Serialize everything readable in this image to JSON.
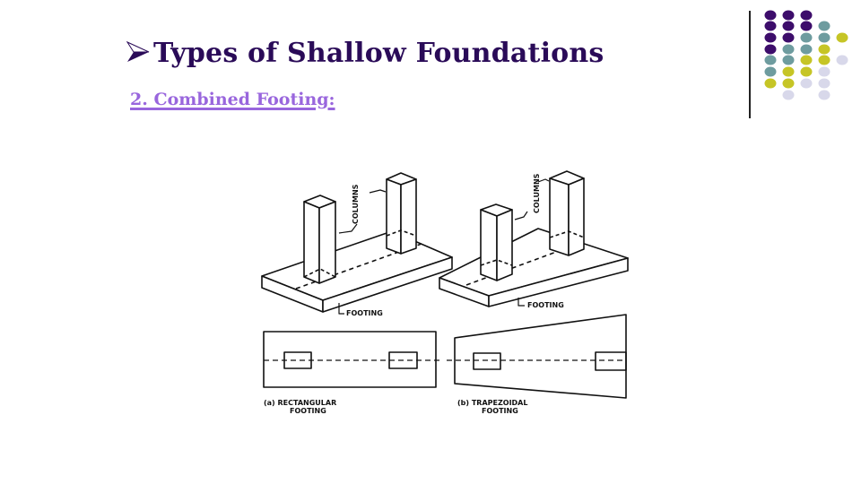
{
  "slide": {
    "title": "Types of Shallow Foundations",
    "title_bullet_icon": "arrowhead-bullet-icon",
    "subtitle": "2. Combined Footing:",
    "colors": {
      "title": "#2a0b58",
      "subtitle": "#9966dd",
      "dot_purple": "#3d0d6b",
      "dot_teal": "#6e9c9f",
      "dot_yellow": "#c6c526",
      "dot_lavender": "#d8d8ea"
    }
  },
  "decoration": {
    "dot_grid_rows": [
      [
        "P",
        "P",
        "P"
      ],
      [
        "P",
        "P",
        "P",
        "T"
      ],
      [
        "P",
        "P",
        "T",
        "T",
        "Y"
      ],
      [
        "P",
        "T",
        "T",
        "Y"
      ],
      [
        "T",
        "T",
        "Y",
        "Y",
        "L"
      ],
      [
        "T",
        "Y",
        "Y",
        "L"
      ],
      [
        "Y",
        "Y",
        "L",
        "L"
      ],
      [
        "",
        "L",
        "",
        "L"
      ]
    ]
  },
  "figure": {
    "label_columns": "COLUMNS",
    "label_footing": "FOOTING",
    "caption_a_line1": "(a) RECTANGULAR",
    "caption_a_line2": "FOOTING",
    "caption_b_line1": "(b) TRAPEZOIDAL",
    "caption_b_line2": "FOOTING"
  }
}
